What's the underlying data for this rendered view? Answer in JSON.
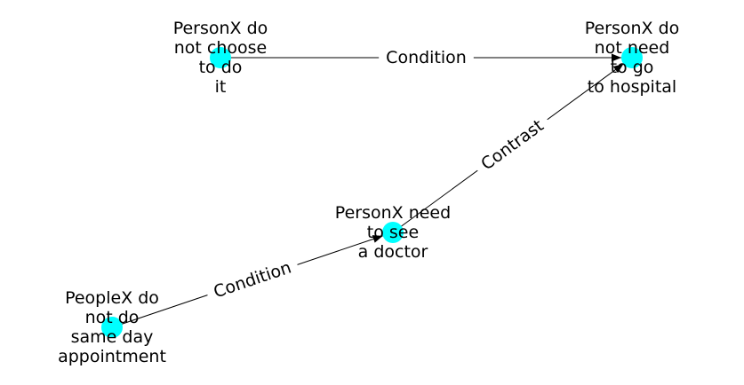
{
  "colors": {
    "node": "#00ffff",
    "edge": "#000000",
    "label_background": "#ffffff"
  },
  "nodes": [
    {
      "id": "n1",
      "label_lines": [
        "PersonX do",
        "not choose",
        "to do",
        "it"
      ]
    },
    {
      "id": "n2",
      "label_lines": [
        "PersonX do",
        "not need",
        "to go",
        "to hospital"
      ]
    },
    {
      "id": "n3",
      "label_lines": [
        "PersonX need",
        "to see",
        "a doctor"
      ]
    },
    {
      "id": "n4",
      "label_lines": [
        "PeopleX do",
        "not do",
        "same day",
        "appointment"
      ]
    }
  ],
  "edges": [
    {
      "source": "n1",
      "target": "n2",
      "label": "Condition"
    },
    {
      "source": "n3",
      "target": "n2",
      "label": "Contrast"
    },
    {
      "source": "n4",
      "target": "n3",
      "label": "Condition"
    }
  ]
}
